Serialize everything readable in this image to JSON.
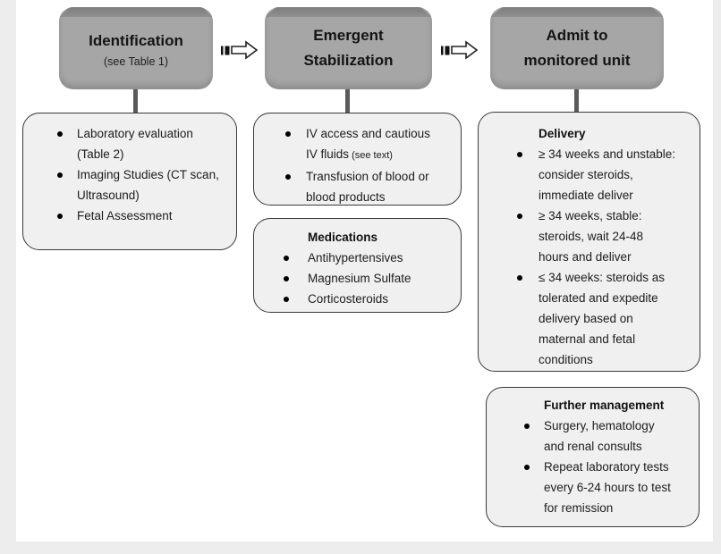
{
  "colors": {
    "margin_background": "#ededed",
    "panel_background": "#ffffff",
    "header_fill": "#a6a6a6",
    "header_bevel": "#8a8a8a",
    "box_fill": "#f0f0f0",
    "box_border": "#3a3a3a",
    "connector": "#5a5a5a",
    "text": "#1c1c1c"
  },
  "flowchart": {
    "stages": [
      {
        "id": "identification",
        "header": {
          "title": "Identification",
          "subtitle": "(see Table 1)"
        },
        "boxes": [
          {
            "bullets": [
              {
                "text": "Laboratory evaluation\n(Table 2)"
              },
              {
                "text": "Imaging Studies (CT scan,\nUltrasound)"
              },
              {
                "text": "Fetal Assessment"
              }
            ]
          }
        ]
      },
      {
        "id": "emergent-stabilization",
        "header": {
          "title": "Emergent Stabilization"
        },
        "boxes": [
          {
            "bullets": [
              {
                "text": "IV access and cautious\nIV fluids",
                "small": "(see text)"
              },
              {
                "text": "Transfusion of blood or\nblood products"
              }
            ]
          },
          {
            "title": "Medications",
            "bullets": [
              {
                "text": "Antihypertensives"
              },
              {
                "text": "Magnesium Sulfate"
              },
              {
                "text": "Corticosteroids"
              }
            ]
          }
        ]
      },
      {
        "id": "admit-to-monitored-unit",
        "header": {
          "title": "Admit to monitored unit"
        },
        "boxes": [
          {
            "title": "Delivery",
            "bullets": [
              {
                "text": "≥ 34 weeks and unstable:\nconsider steroids,\nimmediate deliver"
              },
              {
                "text": "≥ 34 weeks, stable:\nsteroids, wait 24-48\nhours and deliver"
              },
              {
                "text": "≤ 34 weeks: steroids as\ntolerated and expedite\ndelivery based on\nmaternal and fetal\nconditions"
              }
            ]
          },
          {
            "title": "Further management",
            "bullets": [
              {
                "text": "Surgery, hematology\nand renal consults"
              },
              {
                "text": "Repeat laboratory tests\nevery 6-24 hours to test\nfor remission"
              }
            ]
          }
        ]
      }
    ],
    "arrows": [
      {
        "id": "arrow-identification-to-stabilization",
        "type": "striped-right-arrow"
      },
      {
        "id": "arrow-stabilization-to-admit",
        "type": "striped-right-arrow"
      }
    ]
  }
}
